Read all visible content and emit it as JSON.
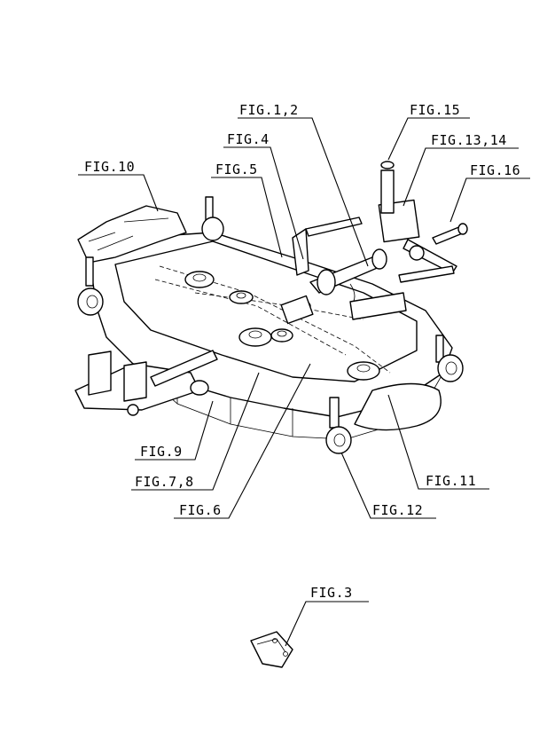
{
  "callouts": [
    {
      "id": "fig-1-2",
      "text": "FIG.1,2"
    },
    {
      "id": "fig-15",
      "text": "FIG.15"
    },
    {
      "id": "fig-4",
      "text": "FIG.4"
    },
    {
      "id": "fig-13-14",
      "text": "FIG.13,14"
    },
    {
      "id": "fig-10",
      "text": "FIG.10"
    },
    {
      "id": "fig-5",
      "text": "FIG.5"
    },
    {
      "id": "fig-16",
      "text": "FIG.16"
    },
    {
      "id": "fig-9",
      "text": "FIG.9"
    },
    {
      "id": "fig-7-8",
      "text": "FIG.7,8"
    },
    {
      "id": "fig-11",
      "text": "FIG.11"
    },
    {
      "id": "fig-6",
      "text": "FIG.6"
    },
    {
      "id": "fig-12",
      "text": "FIG.12"
    },
    {
      "id": "fig-3",
      "text": "FIG.3"
    }
  ]
}
